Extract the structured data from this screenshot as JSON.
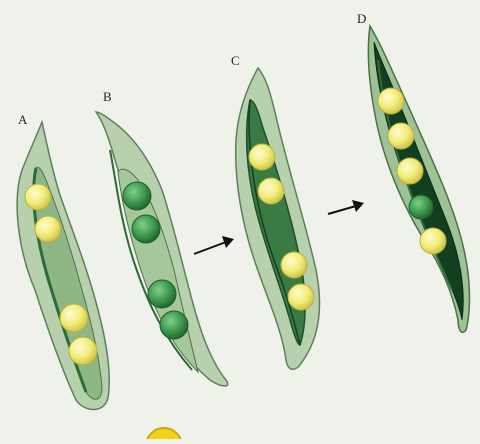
{
  "colors": {
    "background": "#eef2ea",
    "pod_outer": "#a9c8a0",
    "pod_edge": "#5f7f5a",
    "pod_inner": "#2f6b3a",
    "pod_inner_dark": "#123f20",
    "pea_yellow": "#f2ec7a",
    "pea_yellow_edge": "#b8b03a",
    "pea_green": "#3f9a4f",
    "pea_green_edge": "#1f5f2c",
    "arrow": "#111111",
    "marker": "#f3d21c"
  },
  "pods": [
    {
      "label": "A",
      "peas": [
        "yellow",
        "yellow",
        "yellow",
        "yellow"
      ]
    },
    {
      "label": "B",
      "peas": [
        "green",
        "green",
        "green",
        "green"
      ]
    },
    {
      "label": "C",
      "peas": [
        "yellow",
        "yellow",
        "yellow",
        "yellow"
      ]
    },
    {
      "label": "D",
      "peas": [
        "yellow",
        "yellow",
        "yellow",
        "green",
        "yellow"
      ]
    }
  ],
  "arrows": [
    "arrow-b-to-c",
    "arrow-c-to-d"
  ],
  "marker_icon": "partial-yellow-circle-icon"
}
